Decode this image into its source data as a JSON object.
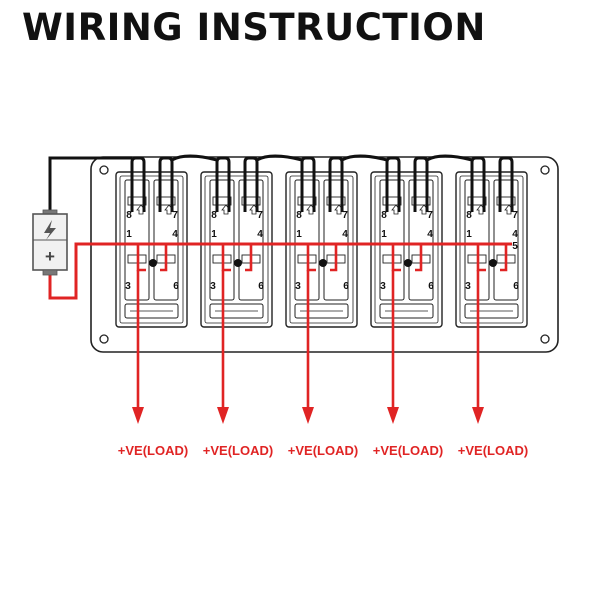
{
  "title": "WIRING INSTRUCTION",
  "colors": {
    "positive_wire": "#e02424",
    "ground_wire": "#111111",
    "panel_stroke": "#222222",
    "panel_fill": "#ffffff"
  },
  "battery": {
    "icon": "battery-icon",
    "bolt_icon": "lightning-bolt-icon",
    "plus_symbol": "+"
  },
  "switches": [
    {
      "pins": {
        "top_left": "8",
        "top_right": "7",
        "mid_left": "1",
        "mid_right": "4",
        "mid_right_2": "",
        "bottom_left": "3",
        "bottom_right": "6"
      },
      "load_label": "+VE(LOAD)"
    },
    {
      "pins": {
        "top_left": "8",
        "top_right": "7",
        "mid_left": "1",
        "mid_right": "4",
        "mid_right_2": "",
        "bottom_left": "3",
        "bottom_right": "6"
      },
      "load_label": "+VE(LOAD)"
    },
    {
      "pins": {
        "top_left": "8",
        "top_right": "7",
        "mid_left": "1",
        "mid_right": "4",
        "mid_right_2": "",
        "bottom_left": "3",
        "bottom_right": "6"
      },
      "load_label": "+VE(LOAD)"
    },
    {
      "pins": {
        "top_left": "8",
        "top_right": "7",
        "mid_left": "1",
        "mid_right": "4",
        "mid_right_2": "",
        "bottom_left": "3",
        "bottom_right": "6"
      },
      "load_label": "+VE(LOAD)"
    },
    {
      "pins": {
        "top_left": "8",
        "top_right": "7",
        "mid_left": "1",
        "mid_right": "4",
        "mid_right_2": "5",
        "bottom_left": "3",
        "bottom_right": "6"
      },
      "load_label": "+VE(LOAD)"
    }
  ]
}
